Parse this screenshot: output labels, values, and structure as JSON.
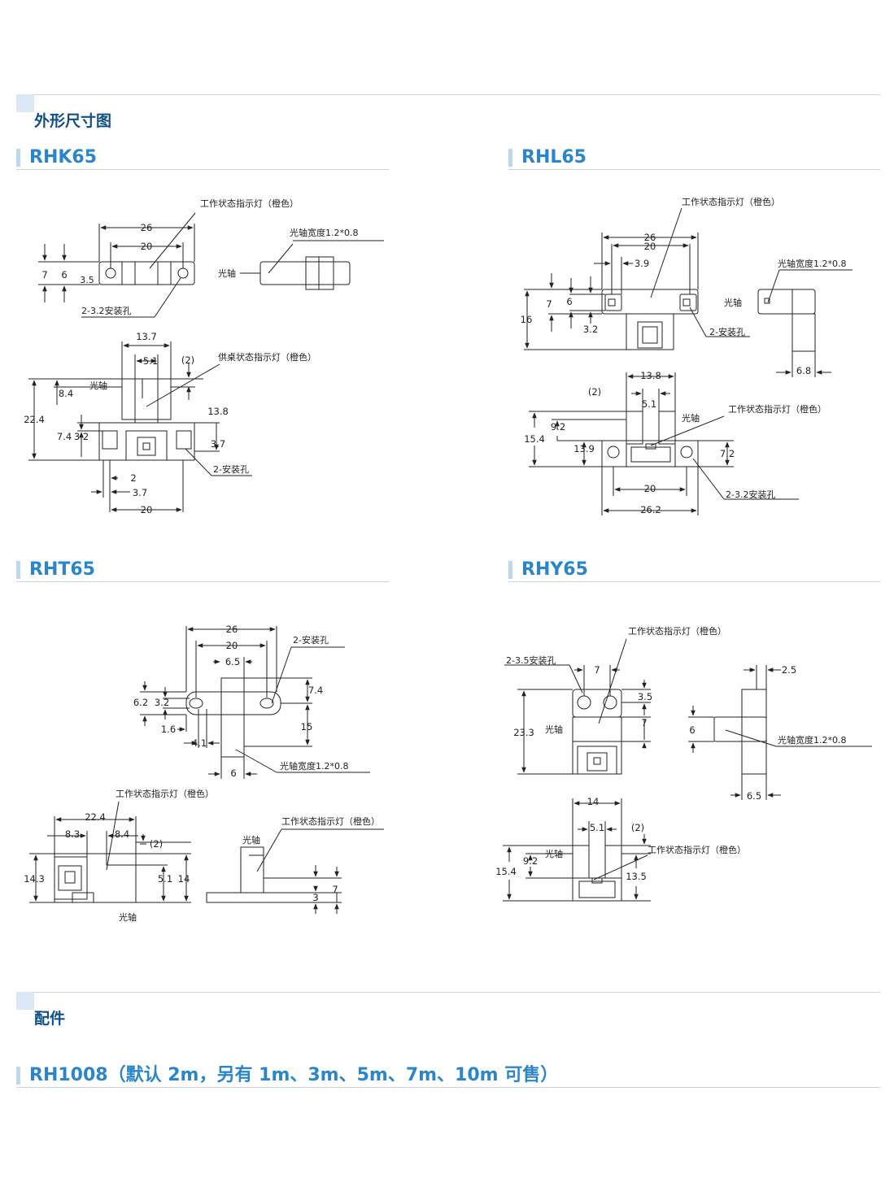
{
  "sections": {
    "outline": "外形尺寸图",
    "accessories": "配件"
  },
  "models": {
    "rhk": "RHK65",
    "rhl": "RHL65",
    "rht": "RHT65",
    "rhy": "RHY65",
    "rh1008": "RH1008（默认 2m，另有 1m、3m、5m、7m、10m 可售）"
  },
  "labels": {
    "status_led": "工作状态指示灯（橙色）",
    "status_led_alt": "供桌状态指示灯（橙色）",
    "axis_width": "光轴宽度1.2*0.8",
    "axis": "光轴",
    "hole_32": "2-3.2安装孔",
    "hole": "2-安装孔",
    "hole_35": "2-3.5安装孔"
  },
  "dims": {
    "rhk": [
      "26",
      "20",
      "7",
      "6",
      "3.5",
      "13.7",
      "5.1",
      "(2)",
      "13.8",
      "8.4",
      "22.4",
      "7.4",
      "3.2",
      "3.7",
      "2",
      "3.7",
      "20"
    ],
    "rhl": [
      "26",
      "20",
      "3.9",
      "16",
      "7",
      "6",
      "3.2",
      "6.8",
      "13.8",
      "(2)",
      "5.1",
      "9.2",
      "15.4",
      "13.9",
      "7.2",
      "20",
      "26.2"
    ],
    "rht": [
      "26",
      "20",
      "6.5",
      "6.2",
      "3.2",
      "7.4",
      "15",
      "1.6",
      "4.1",
      "6",
      "22.4",
      "8.3",
      "8.4",
      "(2)",
      "14.3",
      "5.1",
      "14",
      "7",
      "3"
    ],
    "rhy": [
      "7",
      "3.5",
      "7",
      "23.3",
      "2.5",
      "6",
      "6.5",
      "14",
      "5.1",
      "(2)",
      "9.2",
      "15.4",
      "13.5"
    ]
  }
}
